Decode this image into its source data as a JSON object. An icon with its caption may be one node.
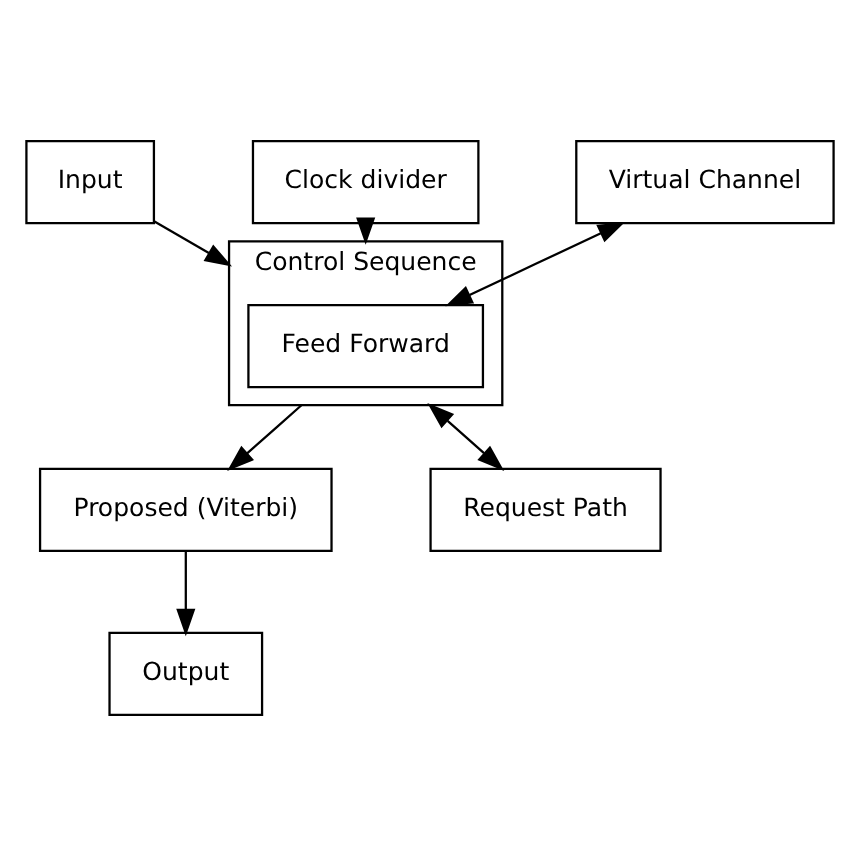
{
  "diagram": {
    "nodes": [
      {
        "text": [
          "Input"
        ]
      },
      {
        "text": [
          "Control Sequence"
        ]
      },
      {
        "text": [
          "Feed Forward"
        ],
        "in": 1
      },
      {
        "text": [
          "Proposed (Viterbi)"
        ]
      },
      {
        "text": [
          "Clock divider"
        ]
      },
      {
        "text": [
          "Output"
        ]
      },
      {
        "text": [
          "Request Path"
        ]
      },
      {
        "text": [
          "Virtual Channel"
        ]
      }
    ],
    "edges": [
      {
        "from": 0,
        "to": 1,
        "arrow": "to"
      },
      {
        "from": 1,
        "to": 3,
        "arrow": "to"
      },
      {
        "from": 3,
        "to": 5,
        "arrow": "to"
      },
      {
        "from": 4,
        "to": 1,
        "arrow": "to"
      },
      {
        "from": 1,
        "to": 6,
        "arrow": "both"
      },
      {
        "from": 7,
        "to": 2,
        "arrow": "both"
      }
    ]
  }
}
